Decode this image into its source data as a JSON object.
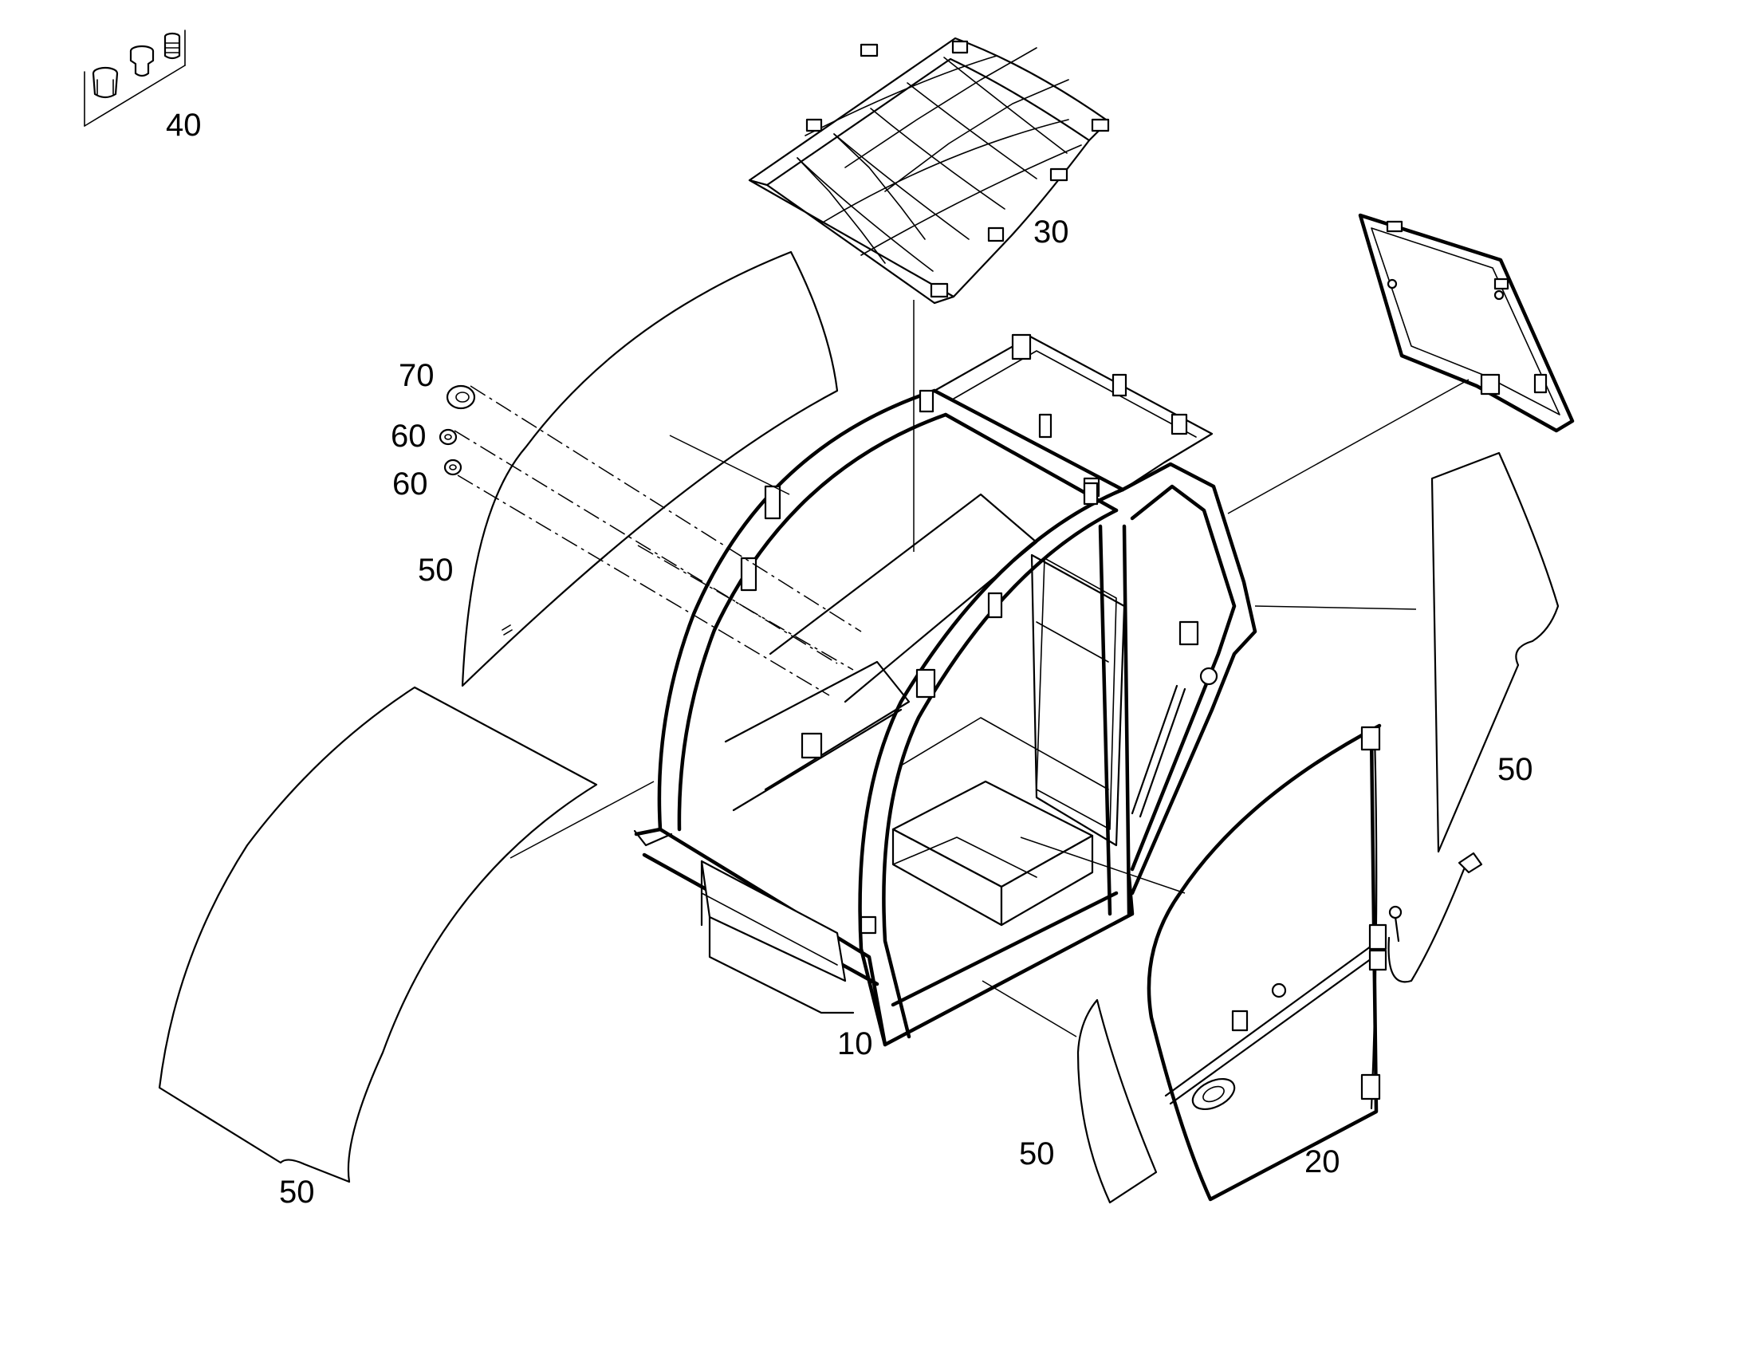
{
  "callouts": [
    {
      "id": "cab-frame",
      "label": "10"
    },
    {
      "id": "door",
      "label": "20"
    },
    {
      "id": "roof-guard",
      "label": "30"
    },
    {
      "id": "fastener-kit",
      "label": "40"
    },
    {
      "id": "glass-left-upper",
      "label": "50"
    },
    {
      "id": "glass-front",
      "label": "50"
    },
    {
      "id": "glass-right-rear",
      "label": "50"
    },
    {
      "id": "glass-door-lower",
      "label": "50"
    },
    {
      "id": "nut-upper",
      "label": "60"
    },
    {
      "id": "nut-lower",
      "label": "60"
    },
    {
      "id": "grommet",
      "label": "70"
    }
  ]
}
